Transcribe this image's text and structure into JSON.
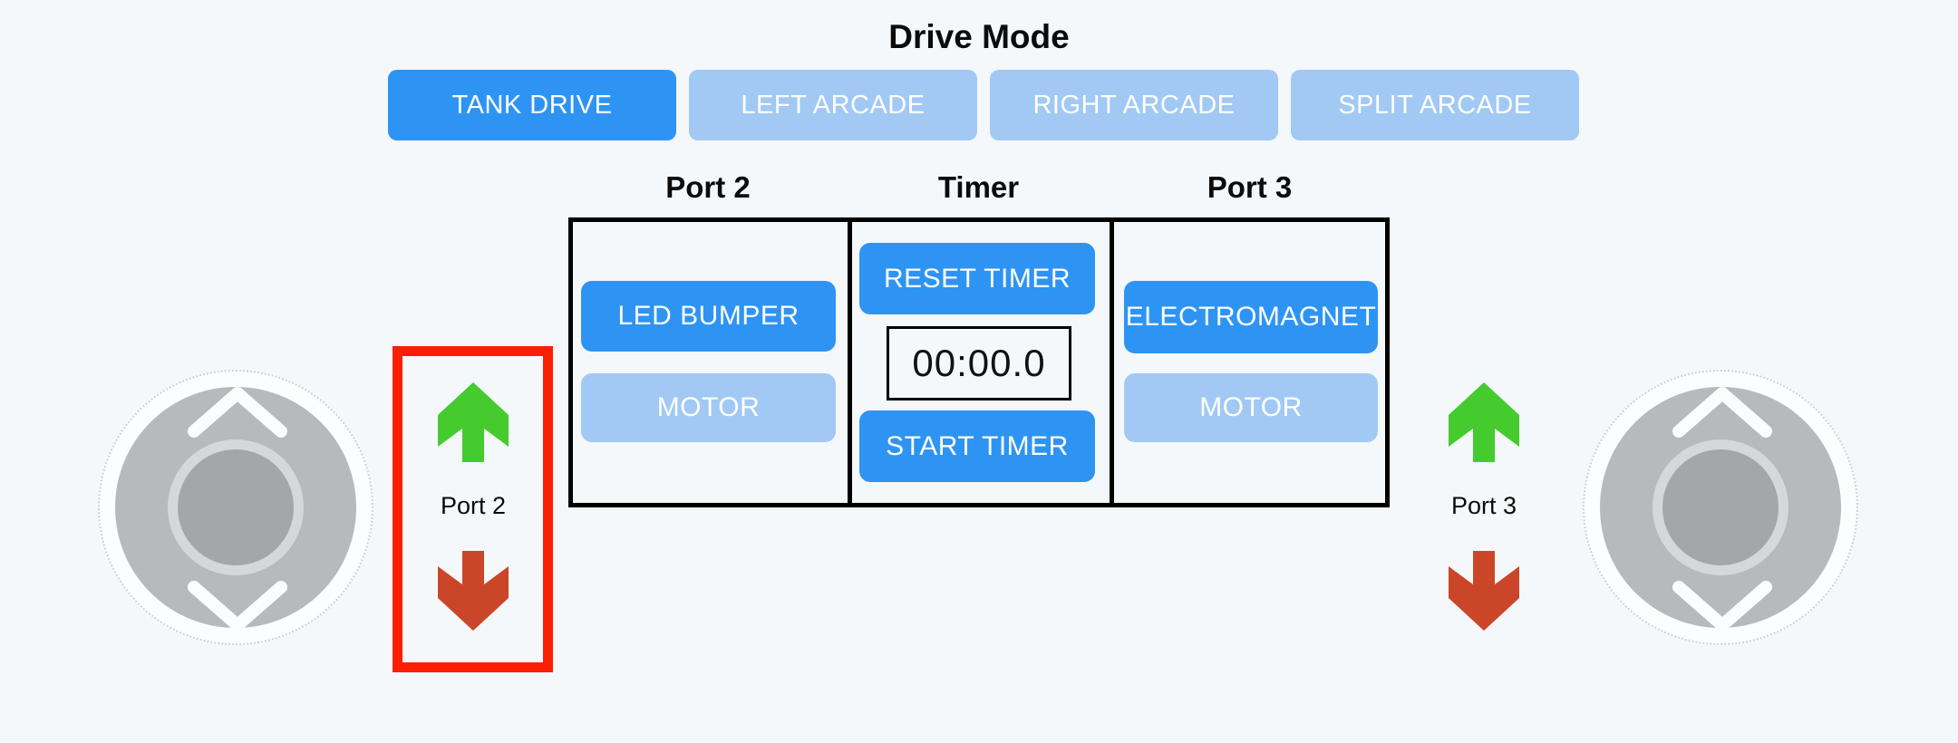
{
  "title": "Drive Mode",
  "drive_mode": {
    "options": [
      {
        "label": "TANK DRIVE",
        "selected": true
      },
      {
        "label": "LEFT ARCADE",
        "selected": false
      },
      {
        "label": "RIGHT ARCADE",
        "selected": false
      },
      {
        "label": "SPLIT ARCADE",
        "selected": false
      }
    ]
  },
  "panel": {
    "columns": [
      {
        "header": "Port 2",
        "buttons": [
          {
            "label": "LED BUMPER",
            "state": "active"
          },
          {
            "label": "MOTOR",
            "state": "inactive"
          }
        ]
      },
      {
        "header": "Timer",
        "buttons": [
          {
            "label": "RESET TIMER",
            "state": "active"
          },
          {
            "label": "START TIMER",
            "state": "active"
          }
        ],
        "display_value": "00:00.0"
      },
      {
        "header": "Port 3",
        "buttons": [
          {
            "label": "ELECTROMAGNET",
            "state": "active"
          },
          {
            "label": "MOTOR",
            "state": "inactive"
          }
        ]
      }
    ]
  },
  "left_controls": {
    "label": "Port 2",
    "up_icon": "green-up-arrow",
    "down_icon": "red-down-arrow",
    "highlighted": true
  },
  "right_controls": {
    "label": "Port 3",
    "up_icon": "green-up-arrow",
    "down_icon": "red-down-arrow",
    "highlighted": false
  },
  "joysticks": [
    {
      "side": "left",
      "axis": "vertical"
    },
    {
      "side": "right",
      "axis": "vertical"
    }
  ],
  "colors": {
    "background": "#f4f8fa",
    "accent_blue": "#2e94f4",
    "inactive_blue": "#a1c9f4",
    "button_text": "#ffffff",
    "green_arrow": "#45cb2e",
    "red_arrow": "#cb4628",
    "highlight_red": "#fb1f02",
    "joystick_base": "#b6babb",
    "joystick_knob": "#a3a7a8",
    "joystick_knob_ring": "#d5d8d9",
    "panel_border": "#000000"
  }
}
